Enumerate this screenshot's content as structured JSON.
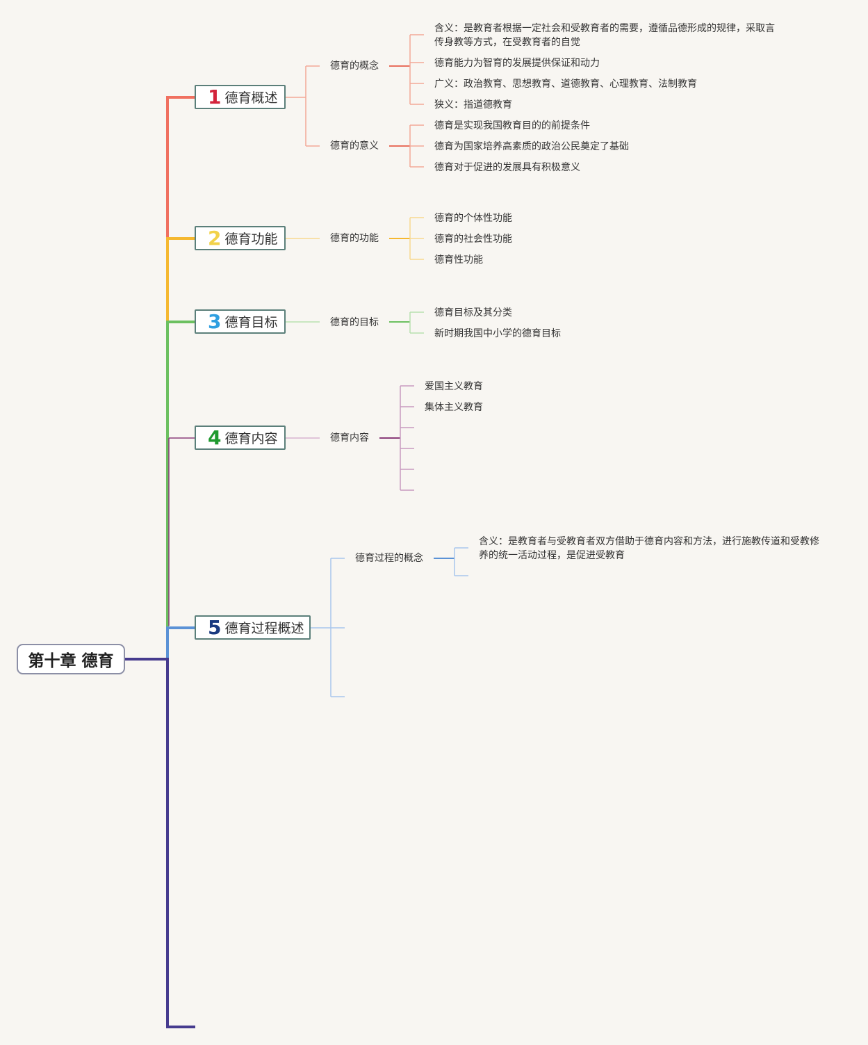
{
  "title": "第十章 德育",
  "colors": {
    "b1": "#f07060",
    "b2": "#f5b830",
    "b3": "#6cc060",
    "b4": "#8a3d7a",
    "b5": "#5b92d6",
    "spine_bottom": "#463b8e",
    "num1": "#d3233b",
    "num2": "#f2d24a",
    "num3": "#2f9fe0",
    "num4": "#1f9a2f",
    "num5": "#1a3a80"
  },
  "branches": [
    {
      "num": "1",
      "label": "德育概述",
      "subs": [
        {
          "label": "德育的概念",
          "leaves": [
            "含义：是教育者根据一定社会和受教育者的需要，遵循品德形成的规律，采取言传身教等方式，在受教育者的自觉",
            "德育能力为智育的发展提供保证和动力",
            "广义：政治教育、思想教育、道德教育、心理教育、法制教育",
            "狭义：指道德教育"
          ]
        },
        {
          "label": "德育的意义",
          "leaves": [
            "德育是实现我国教育目的的前提条件",
            "德育为国家培养高素质的政治公民奠定了基础",
            "德育对于促进的发展具有积极意义"
          ]
        }
      ]
    },
    {
      "num": "2",
      "label": "德育功能",
      "subs": [
        {
          "label": "德育的功能",
          "leaves": [
            "德育的个体性功能",
            "德育的社会性功能",
            "德育性功能"
          ]
        }
      ]
    },
    {
      "num": "3",
      "label": "德育目标",
      "subs": [
        {
          "label": "德育的目标",
          "leaves": [
            "德育目标及其分类",
            "新时期我国中小学的德育目标"
          ]
        }
      ]
    },
    {
      "num": "4",
      "label": "德育内容",
      "subs": [
        {
          "label": "德育内容",
          "leaves": [
            "爱国主义教育",
            "集体主义教育"
          ]
        }
      ]
    },
    {
      "num": "5",
      "label": "德育过程概述",
      "subs": [
        {
          "label": "德育过程的概念",
          "leaves": [
            "含义：是教育者与受教育者双方借助于德育内容和方法，进行施教传道和受教修养的统一活动过程，是促进受教育"
          ]
        }
      ]
    }
  ]
}
